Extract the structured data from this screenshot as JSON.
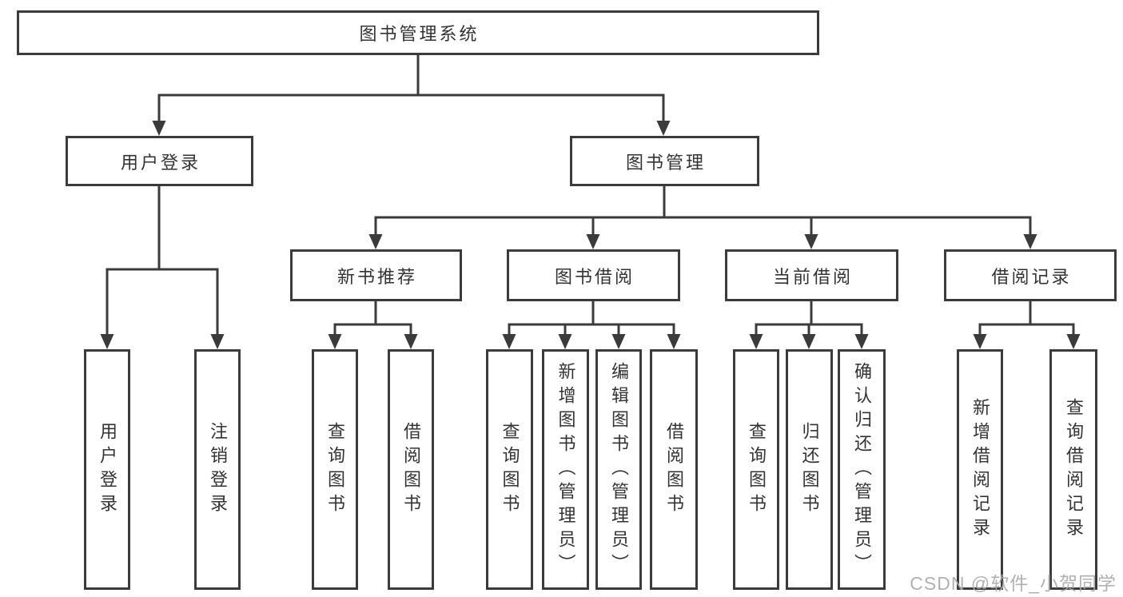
{
  "tree": {
    "root": {
      "label": "图书管理系统"
    },
    "branches": [
      {
        "label": "用户登录",
        "children": [
          {
            "label": "用户登录"
          },
          {
            "label": "注销登录"
          }
        ]
      },
      {
        "label": "图书管理",
        "sections": [
          {
            "label": "新书推荐",
            "children": [
              {
                "label": "查询图书"
              },
              {
                "label": "借阅图书"
              }
            ]
          },
          {
            "label": "图书借阅",
            "children": [
              {
                "label": "查询图书"
              },
              {
                "label": "新增图书（管理员）"
              },
              {
                "label": "编辑图书（管理员）"
              },
              {
                "label": "借阅图书"
              }
            ]
          },
          {
            "label": "当前借阅",
            "children": [
              {
                "label": "查询图书"
              },
              {
                "label": "归还图书"
              },
              {
                "label": "确认归还（管理员）"
              }
            ]
          },
          {
            "label": "借阅记录",
            "children": [
              {
                "label": "新增借阅记录"
              },
              {
                "label": "查询借阅记录"
              }
            ]
          }
        ]
      }
    ]
  },
  "watermark": {
    "text": "CSDN @软件_小贺同学"
  },
  "colors": {
    "line": "#3b3b3b",
    "box_border": "#3b3b3b",
    "text": "#333333",
    "watermark": "#ababab",
    "background": "#ffffff"
  }
}
